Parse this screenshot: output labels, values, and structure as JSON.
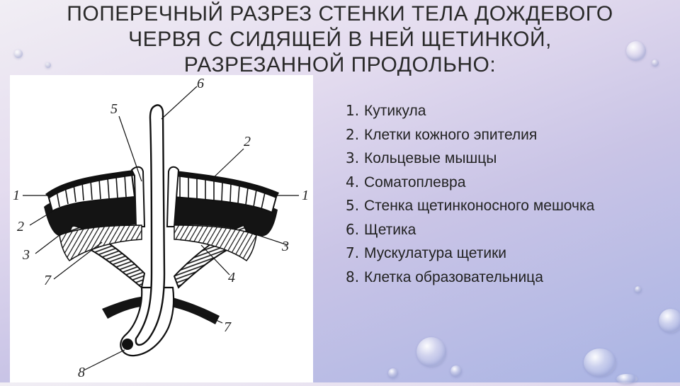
{
  "title": {
    "line1": "ПОПЕРЕЧНЫЙ РАЗРЕЗ СТЕНКИ ТЕЛА ДОЖДЕВОГО",
    "line2": "ЧЕРВЯ С СИДЯЩЕЙ В НЕЙ ЩЕТИНКОЙ,",
    "line3": "РАЗРЕЗАННОЙ ПРОДОЛЬНО:"
  },
  "legend": [
    {
      "num": "1.",
      "text": "Кутикула"
    },
    {
      "num": "2.",
      "text": "Клетки кожного эпителия"
    },
    {
      "num": "3.",
      "text": "Кольцевые мышцы"
    },
    {
      "num": "4.",
      "text": "Соматоплевра"
    },
    {
      "num": "5.",
      "text": "Стенка щетинконосного мешочка"
    },
    {
      "num": "6.",
      "text": "Щетика"
    },
    {
      "num": "7.",
      "text": "Мускулатура щетики"
    },
    {
      "num": "8.",
      "text": "Клетка образовательница"
    }
  ],
  "diagram_labels": {
    "l1_left": "1",
    "l1_right": "1",
    "l2_left": "2",
    "l2_top": "2",
    "l3_left": "3",
    "l3_right": "3",
    "l4": "4",
    "l5": "5",
    "l6": "6",
    "l7_left": "7",
    "l7_right": "7",
    "l8": "8"
  }
}
